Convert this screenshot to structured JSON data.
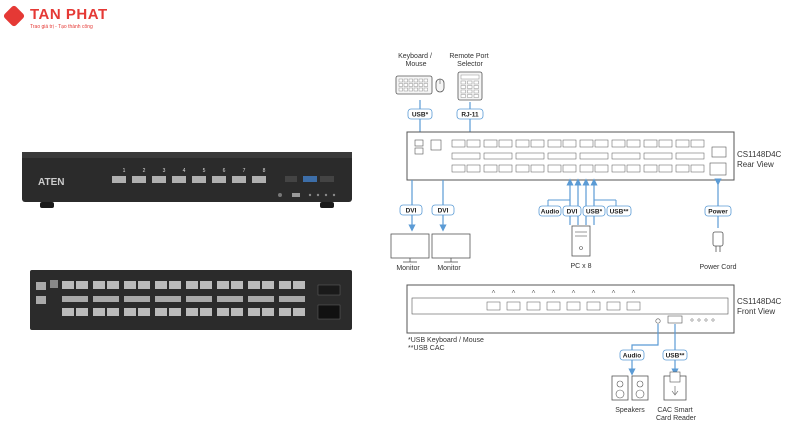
{
  "brand": {
    "name": "TAN PHAT",
    "tagline": "Trao giá trị - Tạo thành công",
    "color": "#e53935"
  },
  "device": {
    "logo": "ATEN",
    "port_numbers": [
      "1",
      "2",
      "3",
      "4",
      "5",
      "6",
      "7",
      "8"
    ]
  },
  "rear_view": {
    "model": "CS1148D4C",
    "view_label": "Rear View"
  },
  "front_view": {
    "model": "CS1148D4C",
    "view_label": "Front View"
  },
  "peripherals": {
    "keyboard_mouse": "Keyboard / Mouse",
    "remote_port_selector": "Remote Port Selector",
    "monitor_1": "Monitor",
    "monitor_2": "Monitor",
    "pc": "PC x 8",
    "power_cord": "Power Cord",
    "speakers": "Speakers",
    "cac_reader": "CAC Smart Card Reader"
  },
  "tags": {
    "usb_star": "USB*",
    "rj11": "RJ-11",
    "dvi": "DVI",
    "audio": "Audio",
    "usb_dstar": "USB**",
    "power": "Power"
  },
  "notes": {
    "note1": "*USB Keyboard / Mouse",
    "note2": "**USB CAC"
  },
  "colors": {
    "arrow": "#5b9bd5",
    "device_dark": "#2b2b2b",
    "line": "#555555"
  }
}
